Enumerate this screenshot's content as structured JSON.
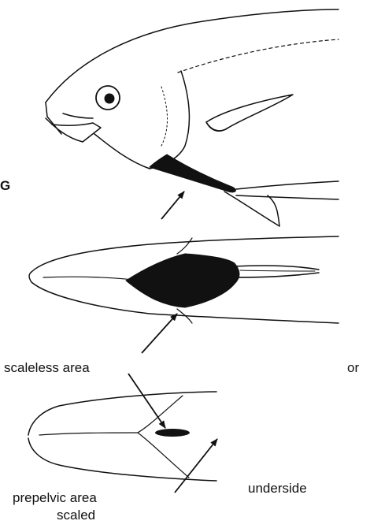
{
  "labels": {
    "g_letter": "G",
    "scaleless_area": "scaleless area",
    "or": "or",
    "prepelvic_line1": "prepelvic area",
    "prepelvic_line2": "scaled",
    "underside": "underside"
  },
  "colors": {
    "line": "#111111",
    "fill_dark": "#111111",
    "background": "#ffffff"
  }
}
